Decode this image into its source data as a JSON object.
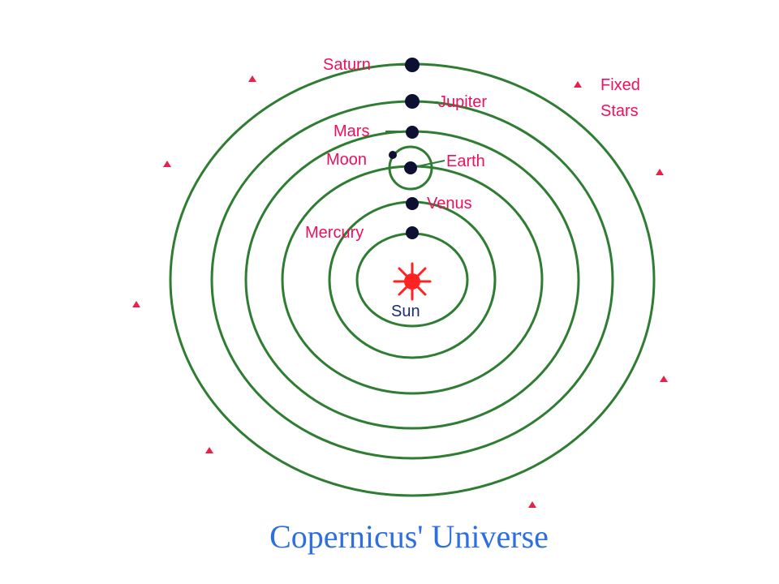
{
  "diagram": {
    "title": "Copernicus' Universe",
    "center_label": "Sun",
    "bodies": {
      "saturn": "Saturn",
      "jupiter": "Jupiter",
      "mars": "Mars",
      "moon": "Moon",
      "earth": "Earth",
      "venus": "Venus",
      "mercury": "Mercury"
    },
    "fixed_stars": [
      "Fixed",
      "Stars"
    ],
    "colors": {
      "orbit": "#2e7d32",
      "planet": "#0d1030",
      "label": "#f0105a",
      "sun": "#ff2222",
      "sun_label": "#1b2a7a",
      "title": "#2d6fe0",
      "star": "#e8204a"
    }
  }
}
